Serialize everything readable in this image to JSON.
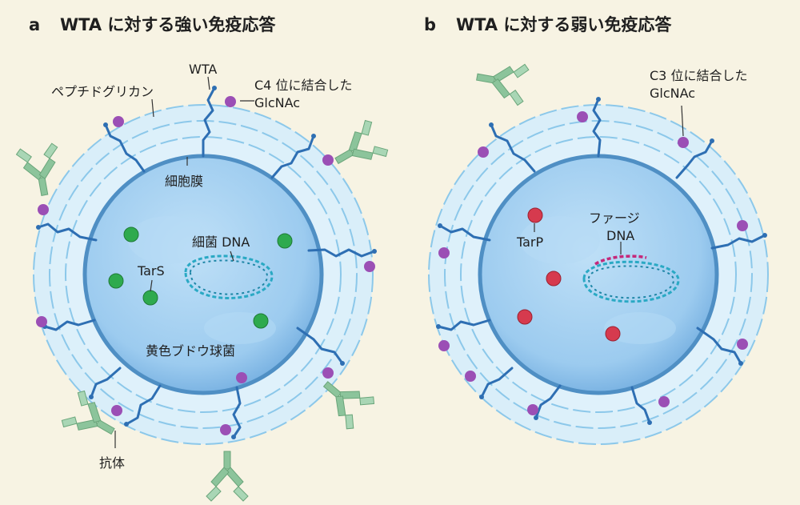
{
  "panels": [
    {
      "id": "a",
      "letter": "a",
      "title": "WTA に対する強い免疫応答",
      "labels": {
        "peptidoglycan": "ペプチドグリカン",
        "wta": "WTA",
        "glcnac_line1": "C4 位に結合した",
        "glcnac_line2": "GlcNAc",
        "membrane": "細胞膜",
        "bacterial_dna": "細菌 DNA",
        "enzyme": "TarS",
        "organism": "黄色ブドウ球菌",
        "antibody": "抗体"
      },
      "colors": {
        "enzyme": "#2eaa4e",
        "dna": "#2aa9c4",
        "glcnac": "#9b4fb5"
      }
    },
    {
      "id": "b",
      "letter": "b",
      "title": "WTA に対する弱い免疫応答",
      "labels": {
        "glcnac_line1": "C3 位に結合した",
        "glcnac_line2": "GlcNAc",
        "enzyme": "TarP",
        "phage_dna_line1": "ファージ",
        "phage_dna_line2": "DNA"
      },
      "colors": {
        "enzyme": "#d63a4e",
        "dna": "#2aa9c4",
        "phage_dna": "#c5287a",
        "glcnac": "#9b4fb5"
      }
    }
  ],
  "colors": {
    "background": "#f7f3e3",
    "cell_fill": "#a8d3f2",
    "cell_edge": "#4f8fc4",
    "wall": "#d6ecf8",
    "wta": "#2e6fb3",
    "antibody": "#8cc49b"
  }
}
